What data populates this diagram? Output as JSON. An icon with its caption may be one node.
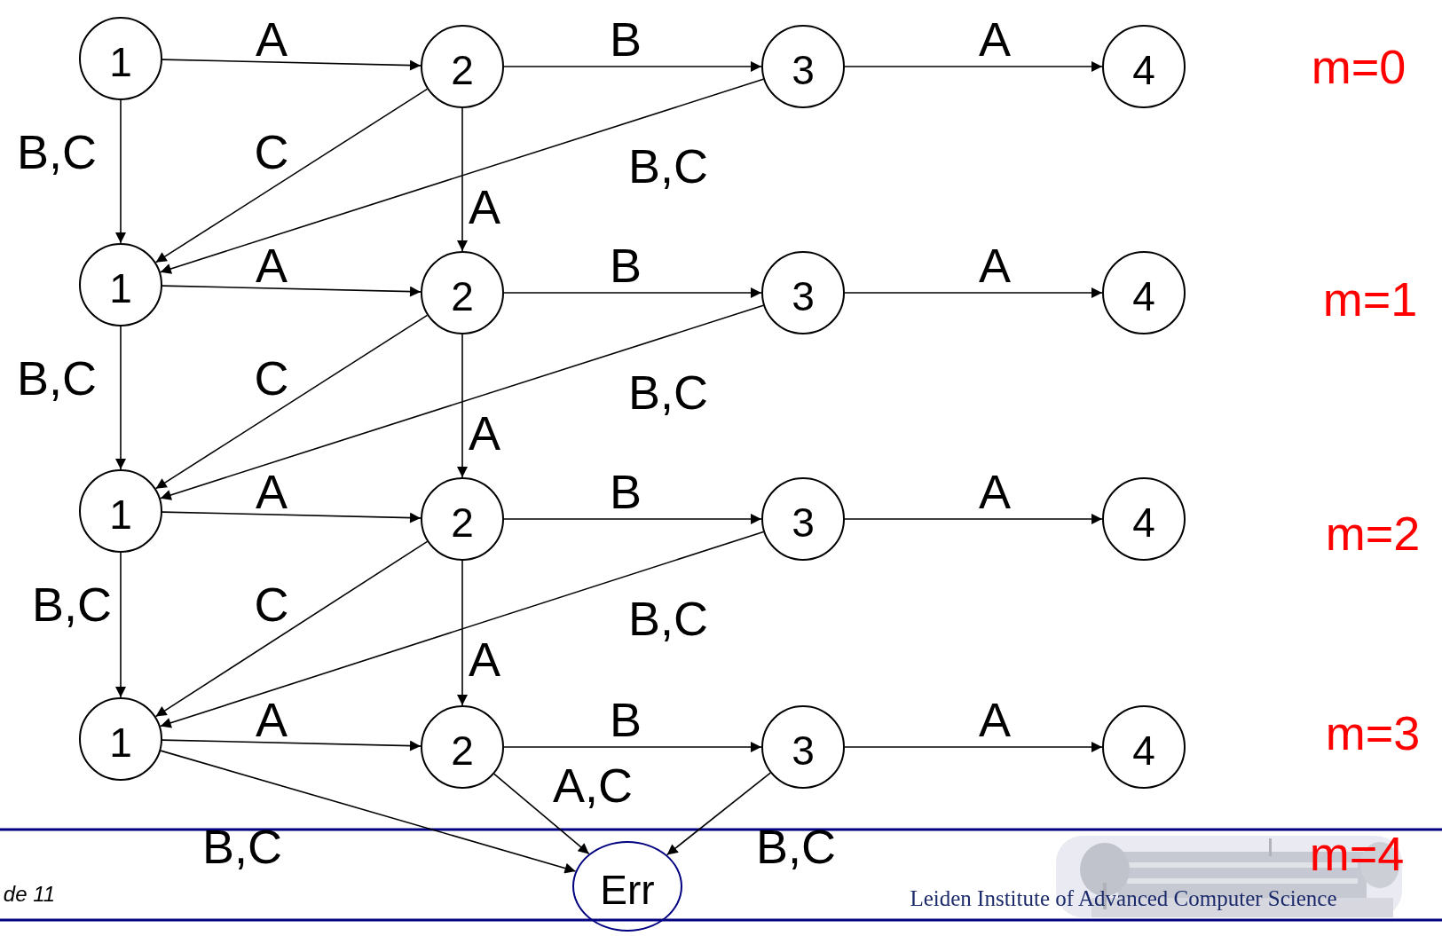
{
  "diagram": {
    "nodes": [
      {
        "text": [
          "1"
        ]
      },
      {
        "text": [
          "2"
        ]
      },
      {
        "text": [
          "3"
        ]
      },
      {
        "text": [
          "4"
        ]
      },
      {
        "text": [
          "1"
        ]
      },
      {
        "text": [
          "2"
        ]
      },
      {
        "text": [
          "3"
        ]
      },
      {
        "text": [
          "4"
        ]
      },
      {
        "text": [
          "1"
        ]
      },
      {
        "text": [
          "2"
        ]
      },
      {
        "text": [
          "3"
        ]
      },
      {
        "text": [
          "4"
        ]
      },
      {
        "text": [
          "1"
        ]
      },
      {
        "text": [
          "2"
        ]
      },
      {
        "text": [
          "3"
        ]
      },
      {
        "text": [
          "4"
        ]
      },
      {
        "text": [
          "Err"
        ]
      }
    ],
    "edges": [
      {
        "from": 0,
        "to": 1,
        "arrow": "to",
        "label": "A"
      },
      {
        "from": 1,
        "to": 2,
        "arrow": "to",
        "label": "B"
      },
      {
        "from": 2,
        "to": 3,
        "arrow": "to",
        "label": "A"
      },
      {
        "from": 0,
        "to": 4,
        "arrow": "to",
        "label": "B,C"
      },
      {
        "from": 1,
        "to": 4,
        "arrow": "to",
        "label": "C"
      },
      {
        "from": 2,
        "to": 4,
        "arrow": "to",
        "label": "B,C"
      },
      {
        "from": 1,
        "to": 5,
        "arrow": "to",
        "label": "A"
      },
      {
        "from": 4,
        "to": 5,
        "arrow": "to",
        "label": "A"
      },
      {
        "from": 5,
        "to": 6,
        "arrow": "to",
        "label": "B"
      },
      {
        "from": 6,
        "to": 7,
        "arrow": "to",
        "label": "A"
      },
      {
        "from": 4,
        "to": 8,
        "arrow": "to",
        "label": "B,C"
      },
      {
        "from": 5,
        "to": 8,
        "arrow": "to",
        "label": "C"
      },
      {
        "from": 6,
        "to": 8,
        "arrow": "to",
        "label": "B,C"
      },
      {
        "from": 5,
        "to": 9,
        "arrow": "to",
        "label": "A"
      },
      {
        "from": 8,
        "to": 9,
        "arrow": "to",
        "label": "A"
      },
      {
        "from": 9,
        "to": 10,
        "arrow": "to",
        "label": "B"
      },
      {
        "from": 10,
        "to": 11,
        "arrow": "to",
        "label": "A"
      },
      {
        "from": 8,
        "to": 12,
        "arrow": "to",
        "label": "B,C"
      },
      {
        "from": 9,
        "to": 12,
        "arrow": "to",
        "label": "C"
      },
      {
        "from": 10,
        "to": 12,
        "arrow": "to",
        "label": "B,C"
      },
      {
        "from": 9,
        "to": 13,
        "arrow": "to",
        "label": "A"
      },
      {
        "from": 12,
        "to": 13,
        "arrow": "to",
        "label": "A"
      },
      {
        "from": 13,
        "to": 14,
        "arrow": "to",
        "label": "B"
      },
      {
        "from": 14,
        "to": 15,
        "arrow": "to",
        "label": "A"
      },
      {
        "from": 12,
        "to": 16,
        "arrow": "to",
        "label": "B,C"
      },
      {
        "from": 13,
        "to": 16,
        "arrow": "to",
        "label": "A,C"
      },
      {
        "from": 14,
        "to": 16,
        "arrow": "to",
        "label": "B,C"
      }
    ],
    "labels": [
      "m=0",
      "m=1",
      "m=2",
      "m=3",
      "de 11",
      "Leiden Institute of Advanced Computer Science",
      "m=4"
    ]
  }
}
